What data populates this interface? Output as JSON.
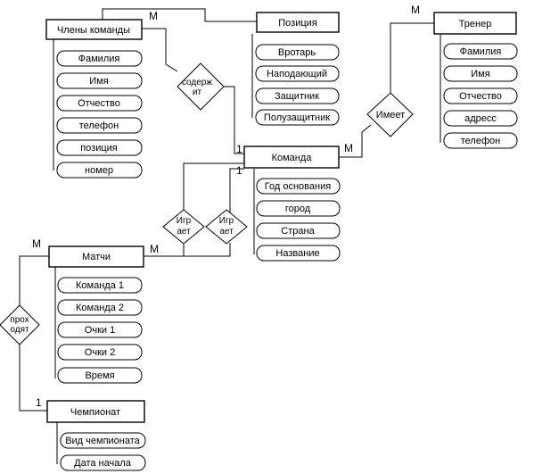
{
  "entities": [
    {
      "name": "Члены команды",
      "attributes": [
        "Фамилия",
        "Имя",
        "Отчество",
        "телефон",
        "позиция",
        "номер"
      ]
    },
    {
      "name": "Позиция",
      "attributes": [
        "Вротарь",
        "Наподающий",
        "Защитник",
        "Полузащитник"
      ]
    },
    {
      "name": "Тренер",
      "attributes": [
        "Фамилия",
        "Имя",
        "Отчество",
        "адресс",
        "телефон"
      ]
    },
    {
      "name": "Команда",
      "attributes": [
        "Год основания",
        "город",
        "Страна",
        "Название"
      ]
    },
    {
      "name": "Матчи",
      "attributes": [
        "Команда 1",
        "Команда 2",
        "Очки 1",
        "Очки 2",
        "Время"
      ]
    },
    {
      "name": "Чемпионат",
      "attributes": [
        "Вид чемпионата",
        "Дата начала"
      ]
    }
  ],
  "relationships": [
    {
      "label_lines": [
        "содерж",
        "ит"
      ]
    },
    {
      "label_lines": [
        "Имеет"
      ]
    },
    {
      "label_lines": [
        "Игр",
        "ает"
      ]
    },
    {
      "label_lines": [
        "Игр",
        "ает"
      ]
    },
    {
      "label_lines": [
        "прох",
        "одят"
      ]
    }
  ],
  "cardinalities": [
    "М",
    "1",
    "М",
    "1",
    "М",
    "М",
    "1"
  ]
}
